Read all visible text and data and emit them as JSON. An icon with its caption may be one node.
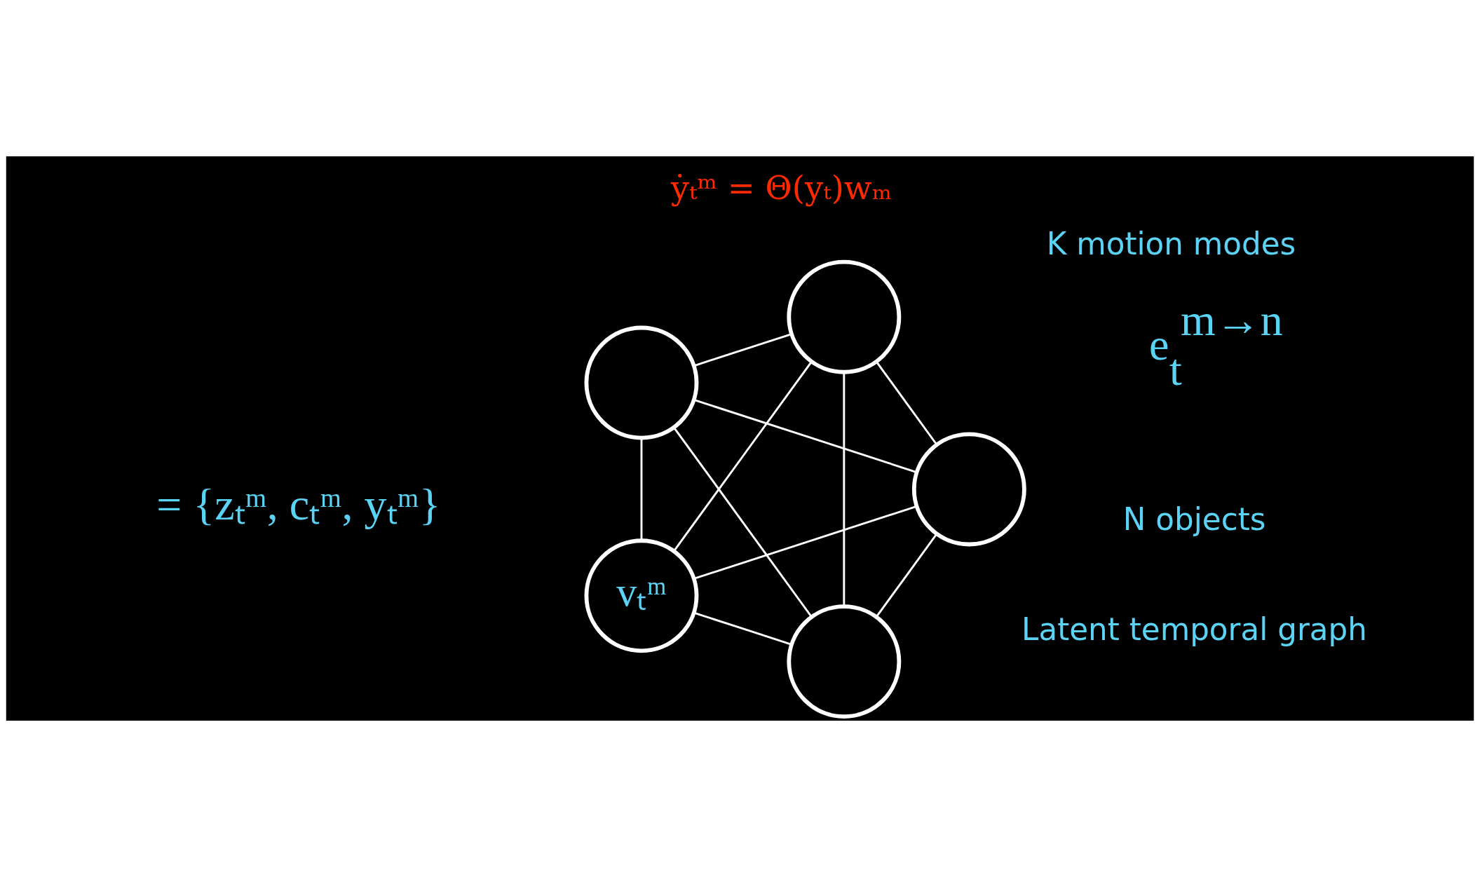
{
  "diagram": {
    "nodes": [
      {
        "text": [],
        "shape": "circle"
      },
      {
        "text": [],
        "shape": "circle"
      },
      {
        "text": [],
        "shape": "circle"
      },
      {
        "text": [],
        "shape": "circle"
      },
      {
        "text": [
          "vₜᵐ"
        ],
        "beside": [
          "= {zₜᵐ, cₜᵐ, yₜᵐ}"
        ]
      }
    ],
    "edges": [
      {
        "from": 0,
        "to": 1,
        "arrow": "none"
      },
      {
        "from": 0,
        "to": 2,
        "arrow": "none"
      },
      {
        "from": 0,
        "to": 3,
        "arrow": "none"
      },
      {
        "from": 0,
        "to": 4,
        "arrow": "none"
      },
      {
        "from": 1,
        "to": 2,
        "arrow": "none"
      },
      {
        "from": 1,
        "to": 3,
        "arrow": "none"
      },
      {
        "from": 1,
        "to": 4,
        "arrow": "none"
      },
      {
        "from": 2,
        "to": 3,
        "arrow": "none"
      },
      {
        "from": 2,
        "to": 4,
        "arrow": "none"
      },
      {
        "from": 3,
        "to": 4,
        "arrow": "none"
      }
    ],
    "labels": [
      "Latent temporal graph",
      "N objects",
      "K motion modes",
      "ẏₜᵐ = Θ(yₜ)wₘ",
      "e$_{t}$$^{m→n}$"
    ]
  }
}
